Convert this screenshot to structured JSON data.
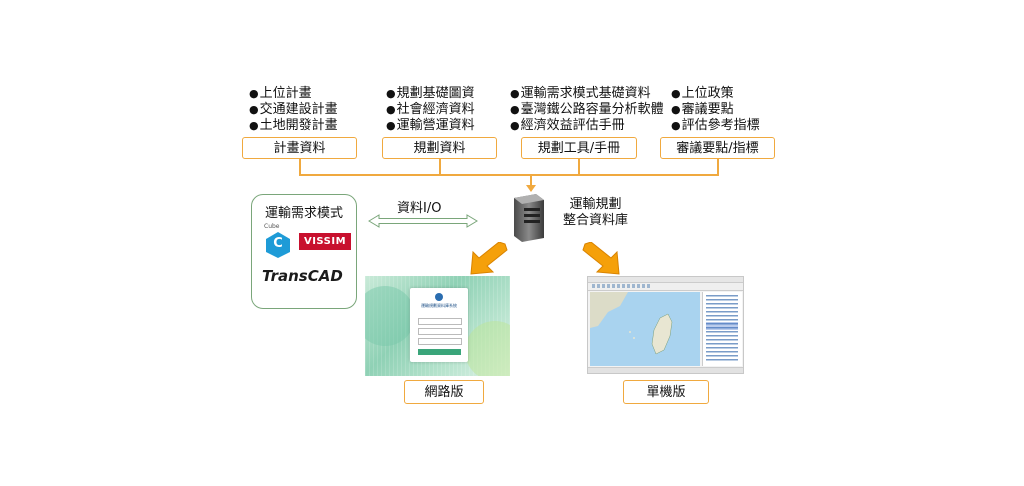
{
  "columns": [
    {
      "bullets": [
        "上位計畫",
        "交通建設計畫",
        "土地開發計畫"
      ],
      "label": "計畫資料"
    },
    {
      "bullets": [
        "規劃基礎圖資",
        "社會經濟資料",
        "運輸營運資料"
      ],
      "label": "規劃資料"
    },
    {
      "bullets": [
        "運輸需求模式基礎資料",
        "臺灣鐵公路容量分析軟體",
        "經濟效益評估手冊"
      ],
      "label": "規劃工具/手冊"
    },
    {
      "bullets": [
        "上位政策",
        "審議要點",
        "評估參考指標"
      ],
      "label": "審議要點/指標"
    }
  ],
  "models": {
    "title": "運輸需求模式",
    "cube_small": "Cube",
    "cube_letter": "C",
    "vissim": "VISSIM",
    "transcad": "TransCAD"
  },
  "io_label": "資料I/O",
  "database": {
    "line1": "運輸規劃",
    "line2": "整合資料庫"
  },
  "web_login": {
    "title": "運輸規劃資料庫系統"
  },
  "versions": {
    "web": "網路版",
    "standalone": "單機版"
  },
  "colors": {
    "accent": "#f0a93f",
    "model_border": "#7aa67a",
    "arrow_orange": "#f5a00a"
  }
}
